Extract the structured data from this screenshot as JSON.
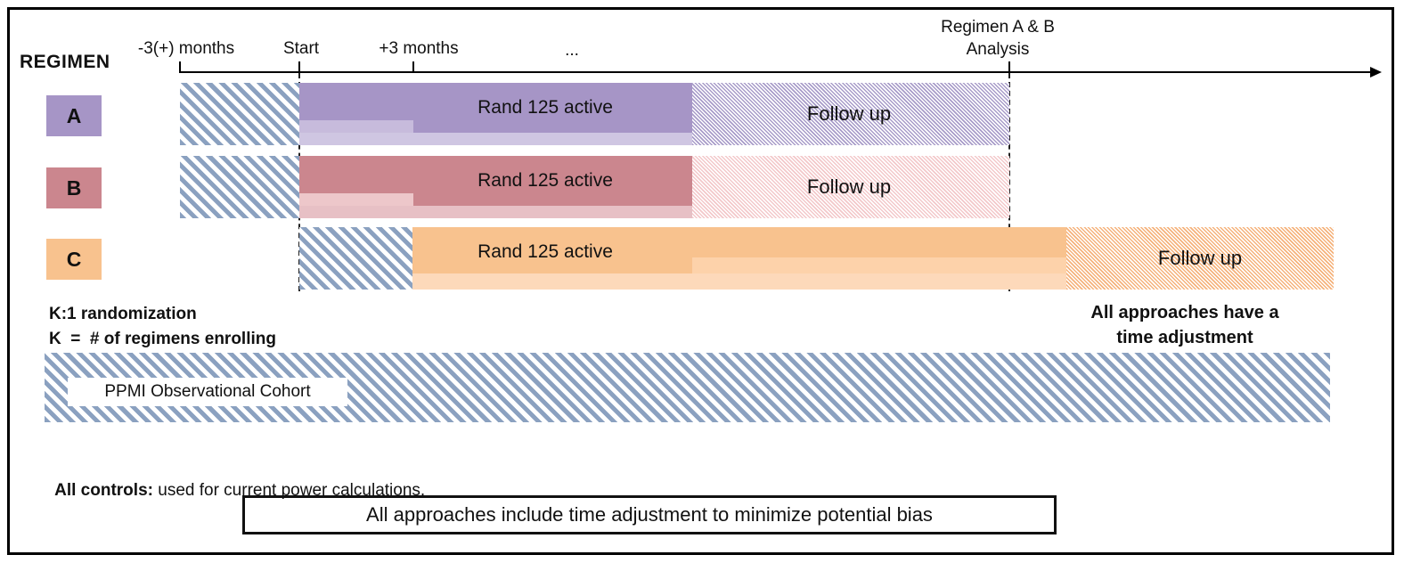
{
  "title": "REGIMEN",
  "axis": {
    "ticks": [
      {
        "id": "minus3",
        "label": "-3(+) months"
      },
      {
        "id": "start",
        "label": "Start"
      },
      {
        "id": "plus3",
        "label": "+3 months"
      },
      {
        "id": "dots",
        "label": "..."
      },
      {
        "id": "analysis",
        "label_line1": "Regimen A & B",
        "label_line2": "Analysis"
      }
    ]
  },
  "regimens": [
    {
      "id": "A",
      "swatch_label": "A",
      "active_label": "Rand 125 active",
      "followup_label": "Follow up",
      "colors": {
        "dark": "#a695c6",
        "medium": "#c7bbdc",
        "light": "#cfc6e2",
        "hatch": "#a89cc9"
      }
    },
    {
      "id": "B",
      "swatch_label": "B",
      "active_label": "Rand 125 active",
      "followup_label": "Follow up",
      "colors": {
        "dark": "#cb868e",
        "medium": "#edc7ca",
        "light": "#e7c0c5",
        "hatch": "#f3c8ca"
      }
    },
    {
      "id": "C",
      "swatch_label": "C",
      "active_label": "Rand 125 active",
      "followup_label": "Follow up",
      "colors": {
        "dark": "#f8c28e",
        "medium": "#fdd2aa",
        "light": "#fdd9ba",
        "hatch": "#f5b27b"
      }
    }
  ],
  "colors": {
    "enrollment_hatch": "#8ba1c0",
    "frame": "#000000"
  },
  "notes": {
    "k_line1": "K:1 randomization",
    "k_line2": "K  =  # of regimens enrolling",
    "adjust_line1": "All approaches have a",
    "adjust_line2": "time adjustment",
    "ppmi_label": "PPMI Observational Cohort",
    "controls_bold": "All controls:",
    "controls_text": " used for current power calculations.",
    "banner": "All approaches include time adjustment to minimize potential bias"
  }
}
